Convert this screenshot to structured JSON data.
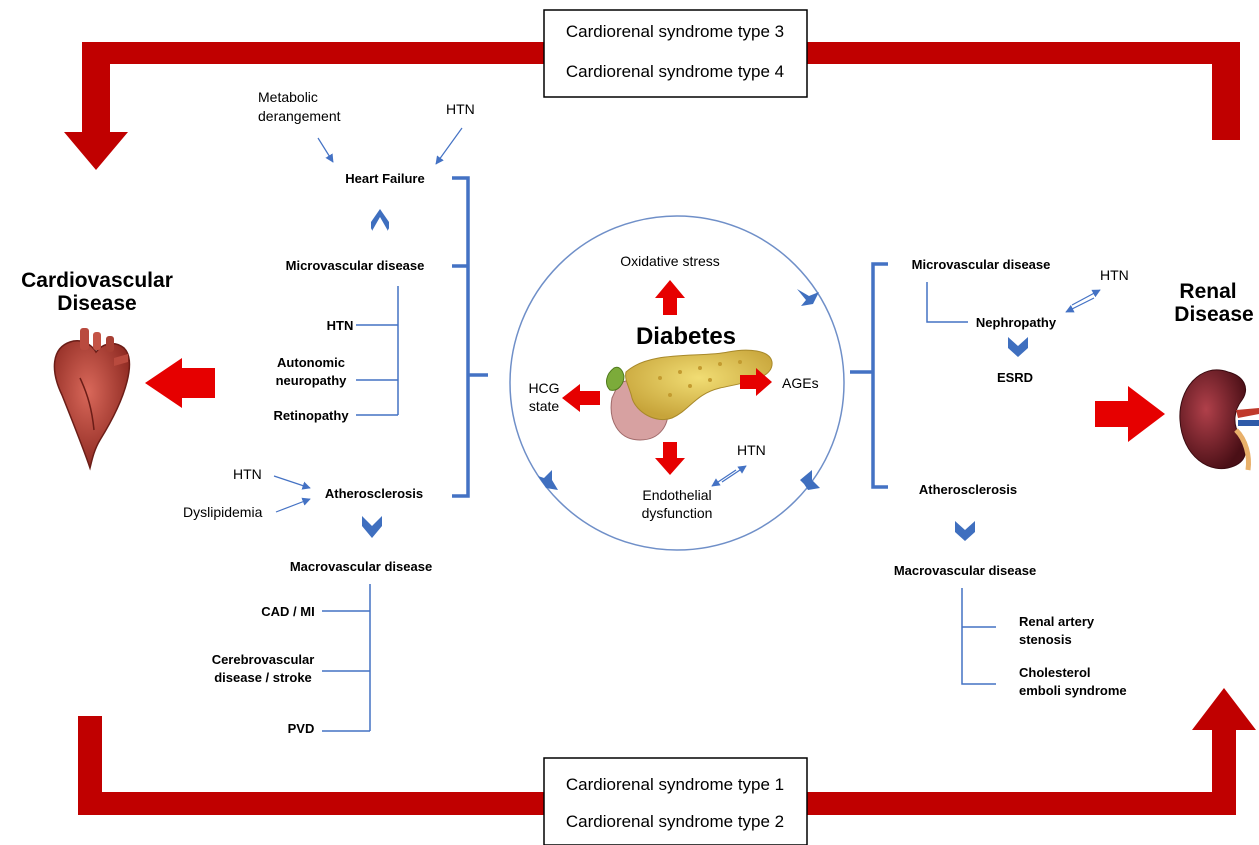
{
  "boxes": {
    "top_line1": "Cardiorenal syndrome type 3",
    "top_line2": "Cardiorenal syndrome type 4",
    "bottom_line1": "Cardiorenal syndrome type 1",
    "bottom_line2": "Cardiorenal syndrome type 2"
  },
  "cardio": {
    "title_line1": "Cardiovascular",
    "title_line2": "Disease"
  },
  "renal": {
    "title_line1": "Renal",
    "title_line2": "Disease"
  },
  "left": {
    "metabolic_line1": "Metabolic",
    "metabolic_line2": "derangement",
    "htn_top": "HTN",
    "heart_failure": "Heart Failure",
    "microvascular": "Microvascular disease",
    "htn": "HTN",
    "autonomic_line1": "Autonomic",
    "autonomic_line2": "neuropathy",
    "retinopathy": "Retinopathy",
    "htn_athero": "HTN",
    "dyslipidemia": "Dyslipidemia",
    "atherosclerosis": "Atherosclerosis",
    "macrovascular": "Macrovascular disease",
    "cad": "CAD / MI",
    "cerebro_line1": "Cerebrovascular",
    "cerebro_line2": "disease / stroke",
    "pvd": "PVD"
  },
  "center": {
    "title": "Diabetes",
    "oxidative": "Oxidative stress",
    "hcg_line1": "HCG",
    "hcg_line2": "state",
    "ages": "AGEs",
    "endo_line1": "Endothelial",
    "endo_line2": "dysfunction",
    "htn": "HTN"
  },
  "right": {
    "microvascular": "Microvascular disease",
    "htn": "HTN",
    "nephropathy": "Nephropathy",
    "esrd": "ESRD",
    "atherosclerosis": "Atherosclerosis",
    "macrovascular": "Macrovascular disease",
    "ras_line1": "Renal artery",
    "ras_line2": "stenosis",
    "ces_line1": "Cholesterol",
    "ces_line2": "emboli syndrome"
  },
  "colors": {
    "red": "#c00000",
    "bright_red": "#e60000",
    "blue": "#4472c4",
    "chevron": "#3f6fbf"
  }
}
